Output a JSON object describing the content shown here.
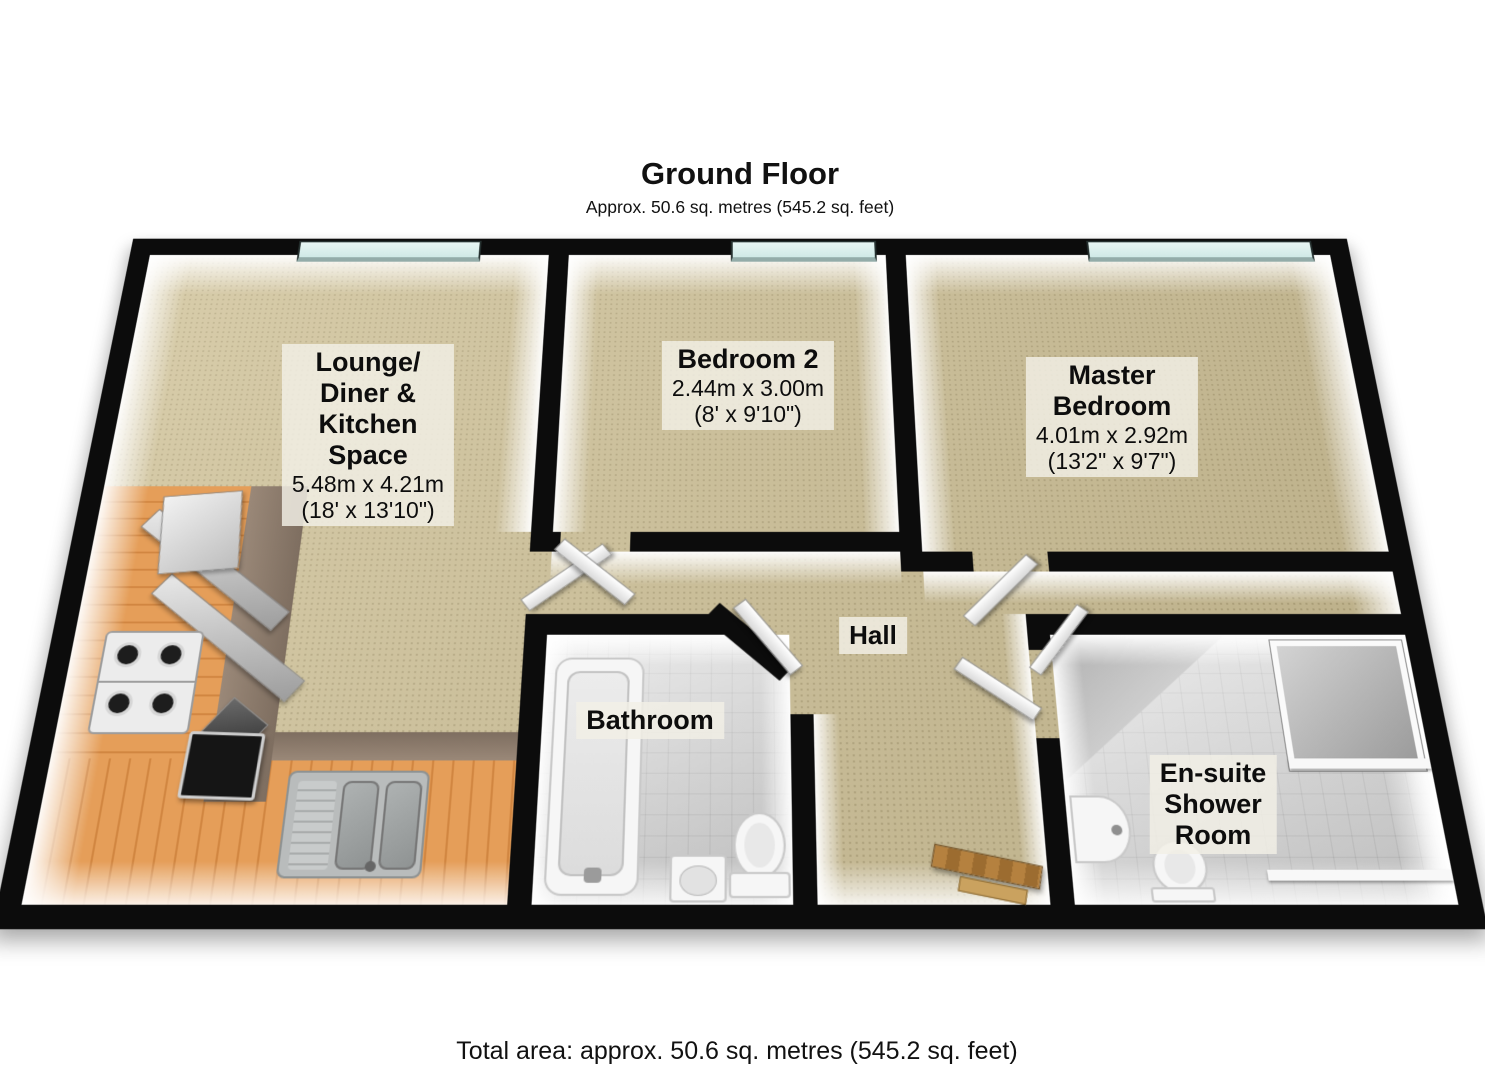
{
  "header": {
    "title": "Ground Floor",
    "subtitle": "Approx. 50.6 sq. metres (545.2 sq. feet)"
  },
  "footer": {
    "total_area": "Total area: approx. 50.6 sq. metres (545.2 sq. feet)"
  },
  "rooms": {
    "lounge": {
      "name_lines": [
        "Lounge/",
        "Diner &",
        "Kitchen",
        "Space"
      ],
      "dim_m": "5.48m x 4.21m",
      "dim_ft": "(18' x 13'10\")"
    },
    "bedroom2": {
      "name_lines": [
        "Bedroom 2"
      ],
      "dim_m": "2.44m x 3.00m",
      "dim_ft": "(8' x 9'10\")"
    },
    "master_bedroom": {
      "name_lines": [
        "Master",
        "Bedroom"
      ],
      "dim_m": "4.01m x 2.92m",
      "dim_ft": "(13'2\" x 9'7\")"
    },
    "hall": {
      "name_lines": [
        "Hall"
      ]
    },
    "bathroom": {
      "name_lines": [
        "Bathroom"
      ]
    },
    "ensuite": {
      "name_lines": [
        "En-suite",
        "Shower",
        "Room"
      ]
    }
  },
  "colors": {
    "wall": "#0c0c0c",
    "carpet": "#cfc196",
    "kitchen_wood": "#dd9450",
    "tile": "#dbdbdb",
    "window_glass": "#d8efed",
    "label_bg": "rgba(242,239,230,0.83)"
  }
}
